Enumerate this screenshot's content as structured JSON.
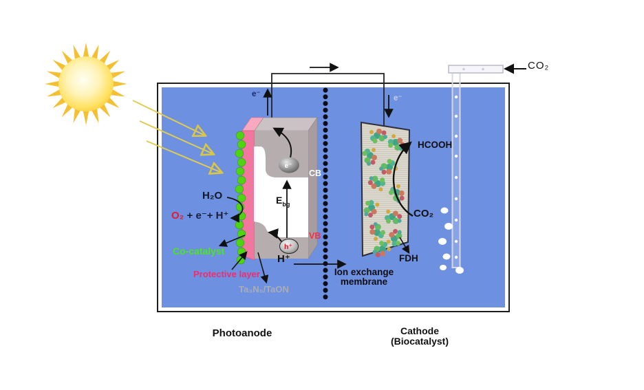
{
  "co2_inlet": {
    "label": "CO₂"
  },
  "circuit": {
    "left_electron": "e⁻",
    "right_electron": "e⁻"
  },
  "photoanode": {
    "caption": "Photoanode",
    "water": "H₂O",
    "reaction_product": "O₂",
    "reaction_rest": " + e⁻+ H⁺",
    "cocatalyst": "Co-catalyst",
    "protective_layer": "Protective layer",
    "semiconductor": "Ta₃N₅/TaON",
    "cb": "CB",
    "vb": "VB",
    "bandgap_main": "E",
    "bandgap_sub": "bg",
    "electron": "e⁻",
    "hole": "h⁺"
  },
  "membrane": {
    "proton": "H⁺",
    "label_line1": "Ion exchange",
    "label_line2": "membrane"
  },
  "cathode": {
    "caption_line1": "Cathode",
    "caption_line2": "(Biocatalyst)",
    "hcooh": "HCOOH",
    "co2": "CO₂",
    "fdh": "FDH"
  },
  "colors": {
    "electrolyte_blue": "#6e90e0",
    "cell_border": "#1c1c1c",
    "semiconductor_gray": "#b6adaf",
    "protective_pink": "#f2779e",
    "cocatalyst_green": "#50d312",
    "vb_red": "#f23048",
    "protective_label_pink": "#ee2d6d",
    "cocatalyst_label_green": "#4ae61c",
    "semiconductor_label_gray": "#a9aeb6",
    "sun_yellow": "#f8c930",
    "light_ray_yellow": "#e0cc52",
    "enzyme_plate": "#dbd8cd"
  }
}
